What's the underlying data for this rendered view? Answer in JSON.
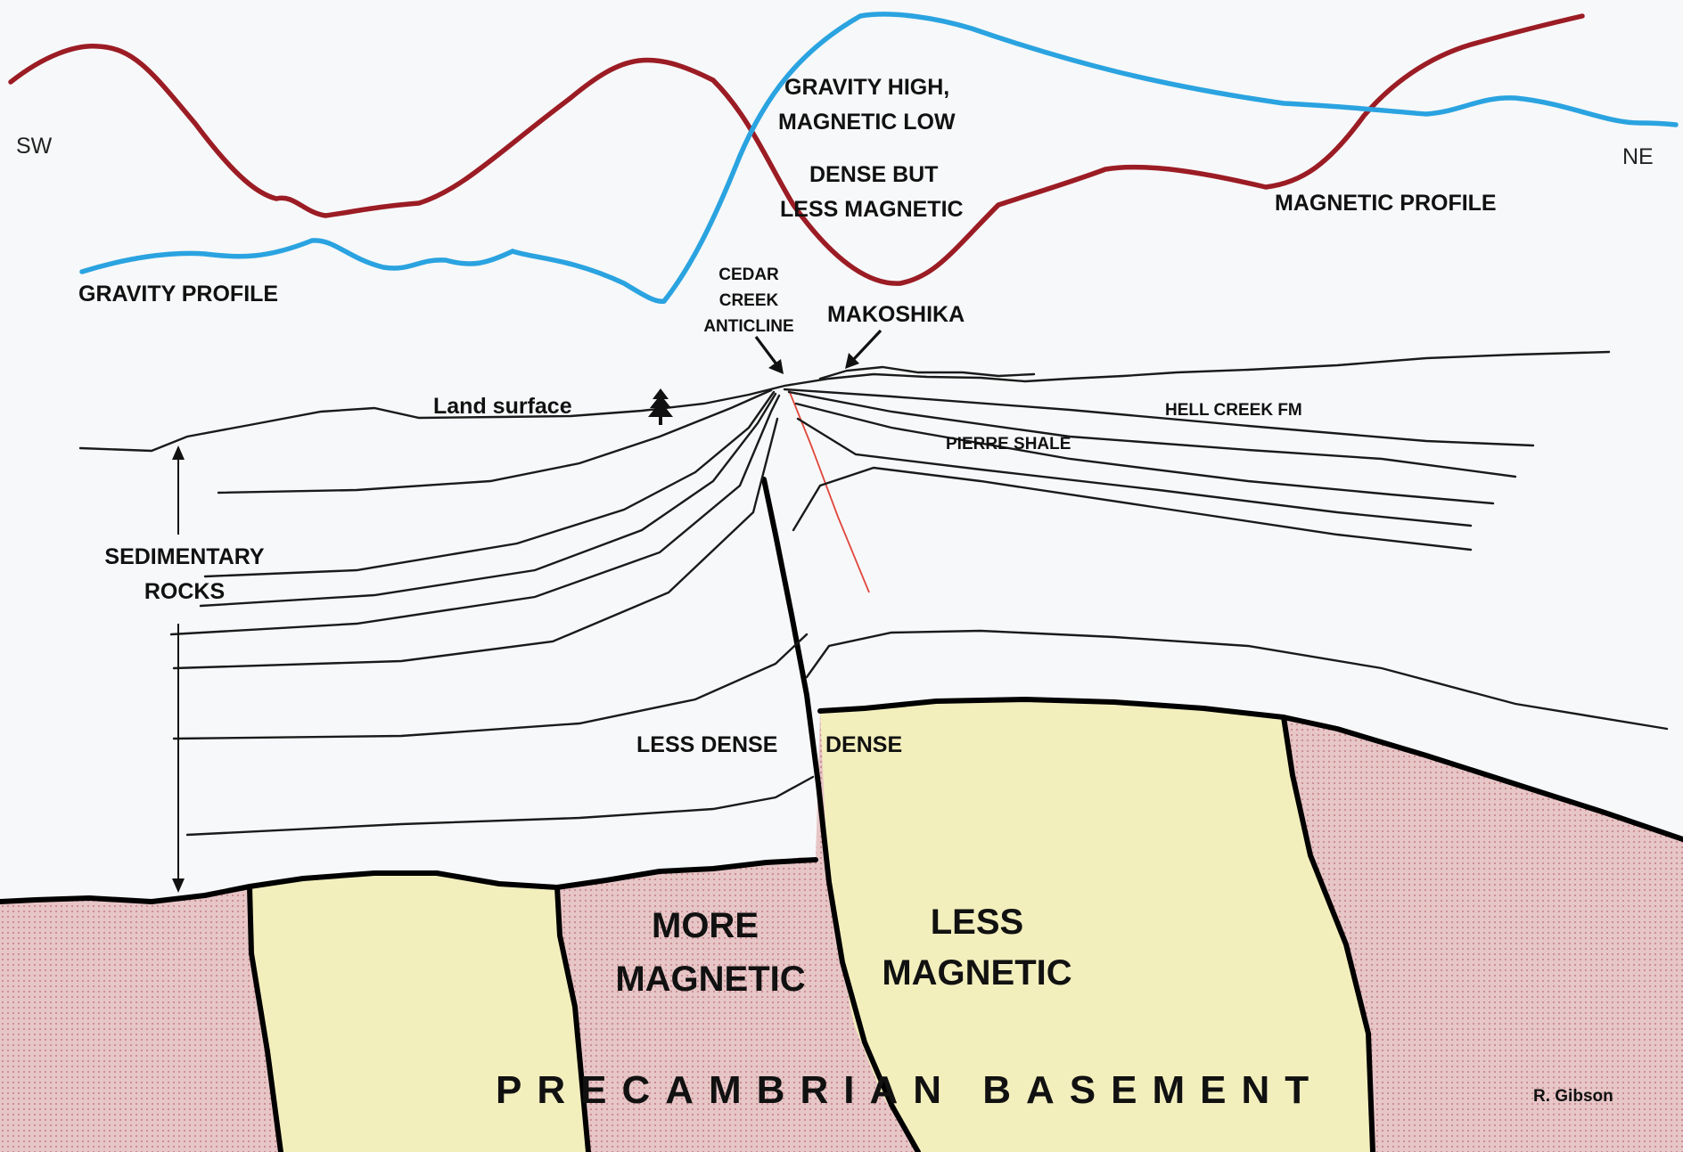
{
  "direction": {
    "left": "SW",
    "right": "NE"
  },
  "profiles": {
    "gravity": {
      "label": "GRAVITY PROFILE",
      "color": "#2aa3e0"
    },
    "magnetic": {
      "label": "MAGNETIC PROFILE",
      "color": "#9b1c24"
    }
  },
  "annotations": {
    "gravity_high_line1": "GRAVITY HIGH,",
    "gravity_high_line2": "MAGNETIC LOW",
    "dense_line1": "DENSE BUT",
    "dense_line2": "LESS MAGNETIC",
    "cedar_line1": "CEDAR",
    "cedar_line2": "CREEK",
    "cedar_line3": "ANTICLINE",
    "makoshika": "MAKOSHIKA",
    "land_surface": "Land surface",
    "hell_creek": "HELL CREEK FM",
    "pierre_shale": "PIERRE SHALE",
    "sedimentary_line1": "SEDIMENTARY",
    "sedimentary_line2": "ROCKS",
    "less_dense": "LESS DENSE",
    "dense": "DENSE",
    "more_magnetic_line1": "MORE",
    "more_magnetic_line2": "MAGNETIC",
    "less_magnetic_line1": "LESS",
    "less_magnetic_line2": "MAGNETIC",
    "basement": "PRECAMBRIAN BASEMENT",
    "author": "R. Gibson"
  },
  "colors": {
    "basement_magnetic": "#e8c2c4",
    "basement_less_magnetic": "#f3efbd",
    "fault_trace": "#e0463c",
    "ink": "#111111"
  }
}
